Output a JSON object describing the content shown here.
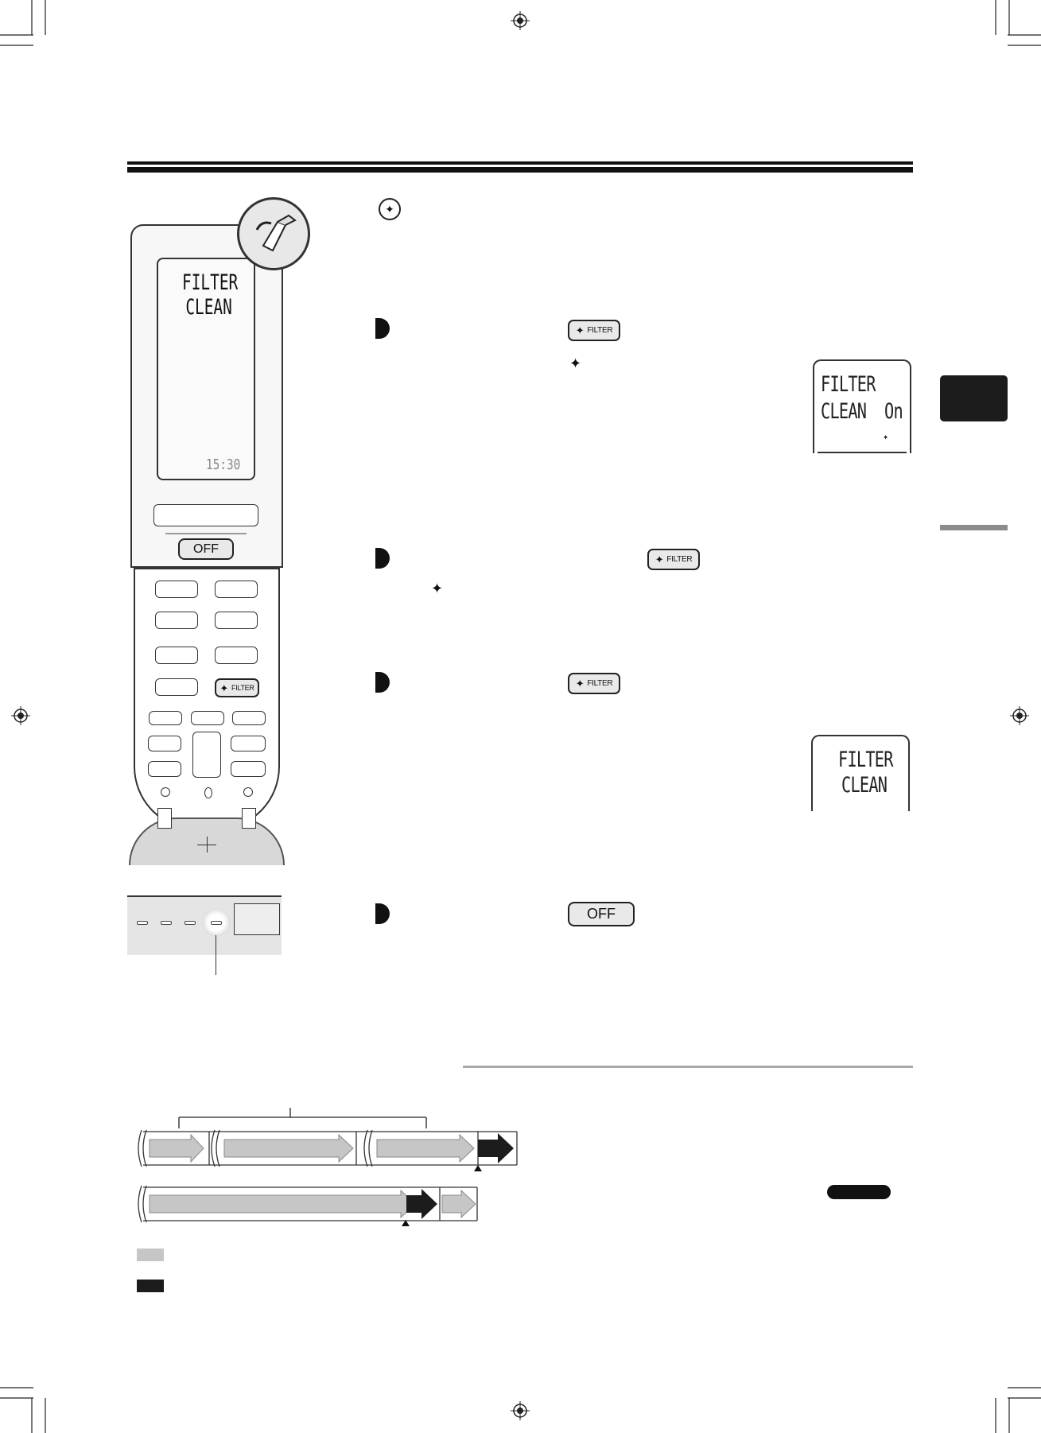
{
  "remote": {
    "screen_line1": "FILTER",
    "screen_line2": "CLEAN",
    "clock": "15:30",
    "off_label": "OFF",
    "filter_label": "FILTER"
  },
  "steps": {
    "filter_button_label": "FILTER",
    "off_button_label": "OFF",
    "spark": "✦"
  },
  "display_on": {
    "line1": "FILTER",
    "line2": "CLEAN",
    "status": "On"
  },
  "display_off": {
    "line1": "FILTER",
    "line2": "CLEAN"
  },
  "icons": [
    "registration-mark-icon",
    "crop-mark-icon",
    "filter-spark-icon"
  ],
  "colors": {
    "legend_light": "#c6c6c6",
    "legend_dark": "#1c1c1c"
  }
}
